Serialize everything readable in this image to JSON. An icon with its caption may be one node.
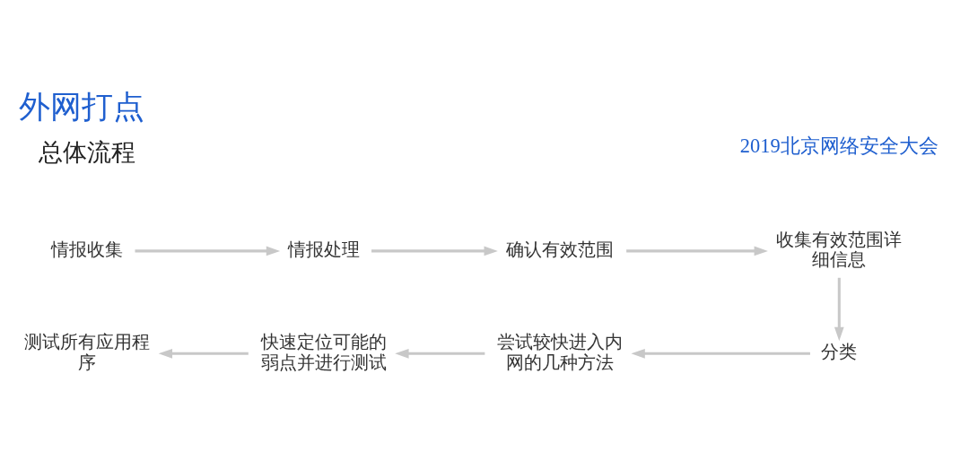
{
  "diagram": {
    "title": "外网打点",
    "nodes": [
      {
        "text": [
          "情报收集"
        ]
      },
      {
        "text": [
          "情报处理"
        ]
      },
      {
        "text": [
          "确认有效范围"
        ]
      },
      {
        "text": [
          "收集有效范围详细信息"
        ]
      },
      {
        "text": [
          "分类"
        ]
      },
      {
        "text": [
          "尝试较快进入内网的几种方法"
        ]
      },
      {
        "text": [
          "快速定位可能的弱点并进行测试"
        ]
      },
      {
        "text": [
          "测试所有应用程序"
        ]
      }
    ],
    "edges": [
      {
        "from": 0,
        "to": 1,
        "arrow": "to"
      },
      {
        "from": 1,
        "to": 2,
        "arrow": "to"
      },
      {
        "from": 2,
        "to": 3,
        "arrow": "to"
      },
      {
        "from": 3,
        "to": 4,
        "arrow": "to"
      },
      {
        "from": 4,
        "to": 5,
        "arrow": "to"
      },
      {
        "from": 5,
        "to": 6,
        "arrow": "to"
      },
      {
        "from": 6,
        "to": 7,
        "arrow": "to"
      }
    ],
    "labels": [
      "2019北京网络安全大会",
      "总体流程"
    ]
  }
}
